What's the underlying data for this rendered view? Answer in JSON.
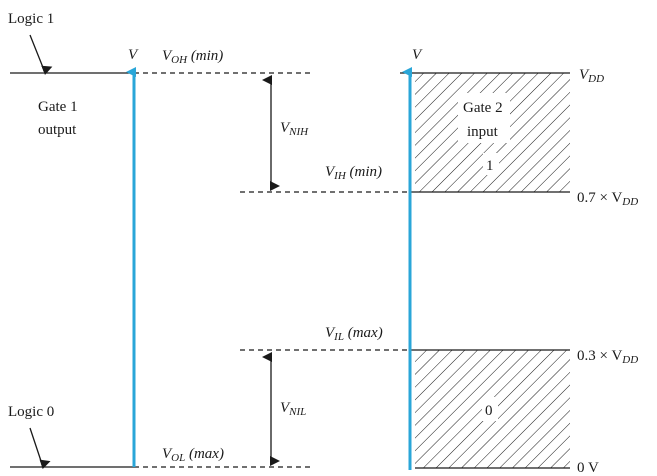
{
  "labels": {
    "logic1": "Logic 1",
    "logic0": "Logic 0",
    "gate1_line1": "Gate 1",
    "gate1_line2": "output",
    "gate2_line1": "Gate 2",
    "gate2_line2": "input",
    "zone_high": "1",
    "zone_low": "0",
    "v_left": "V",
    "v_right": "V"
  },
  "levels": {
    "voh": {
      "main": "V",
      "sub": "OH",
      "suffix": " (min)"
    },
    "vol": {
      "main": "V",
      "sub": "OL",
      "suffix": " (max)"
    },
    "vih": {
      "main": "V",
      "sub": "IH",
      "suffix": " (min)"
    },
    "vil": {
      "main": "V",
      "sub": "IL",
      "suffix": " (max)"
    },
    "vnih": {
      "main": "V",
      "sub": "NIH"
    },
    "vnil": {
      "main": "V",
      "sub": "NIL"
    }
  },
  "right_axis": {
    "vdd": {
      "main": "V",
      "sub": "DD"
    },
    "vdd07": {
      "prefix": "0.7 × V",
      "sub": "DD"
    },
    "vdd03": {
      "prefix": "0.3 × V",
      "sub": "DD"
    },
    "zero": "0 V"
  },
  "colors": {
    "arrow": "#2aa6d8",
    "ink": "#1a1a1a"
  }
}
